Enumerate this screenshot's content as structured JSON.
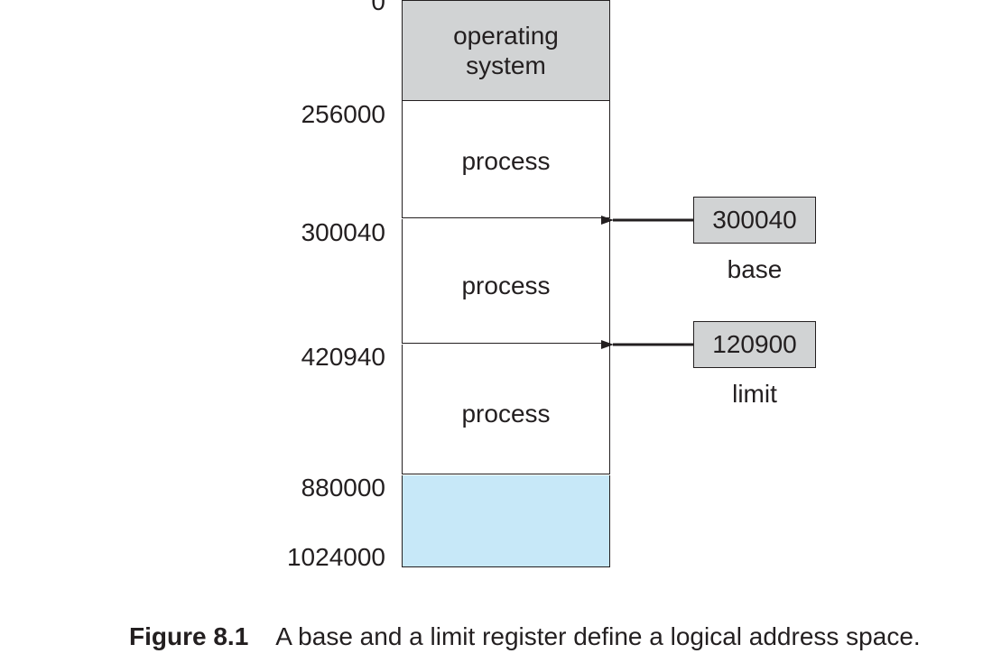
{
  "addresses": [
    "0",
    "256000",
    "300040",
    "420940",
    "880000",
    "1024000"
  ],
  "segments": {
    "os": "operating\nsystem",
    "process_1": "process",
    "process_2": "process",
    "process_3": "process"
  },
  "registers": {
    "base": {
      "value": "300040",
      "name": "base"
    },
    "limit": {
      "value": "120900",
      "name": "limit"
    }
  },
  "colors": {
    "os_fill": "#d1d3d4",
    "free_fill": "#c7e8f8",
    "register_fill": "#d1d3d4",
    "line": "#231f20"
  },
  "caption": {
    "label": "Figure 8.1",
    "text": "A base and a limit register define a logical address space."
  }
}
